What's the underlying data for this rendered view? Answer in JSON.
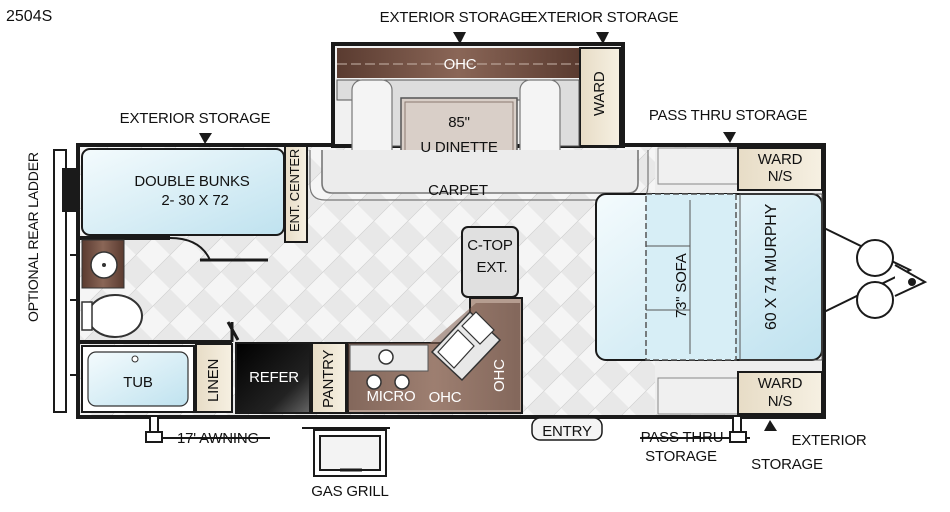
{
  "model": "2504S",
  "labels": {
    "exterior_storage_top_left": "EXTERIOR  STORAGE",
    "exterior_storage_top_right": "EXTERIOR  STORAGE",
    "exterior_storage_left": "EXTERIOR  STORAGE",
    "pass_thru_storage_top": "PASS THRU  STORAGE",
    "ohc_slide": "OHC",
    "ward_slide": "WARD",
    "dinette_size": "85\"",
    "dinette_name": "U DINETTE",
    "carpet": "CARPET",
    "double_bunks": "DOUBLE BUNKS",
    "bunk_size": "2- 30 X 72",
    "ent_center": "ENT. CENTER",
    "ctop": "C-TOP",
    "ext": "EXT.",
    "sofa": "73\" SOFA",
    "murphy": "60 X 74 MURPHY",
    "ward_ns_top_1": "WARD",
    "ward_ns_top_2": "N/S",
    "ward_ns_bottom_1": "WARD",
    "ward_ns_bottom_2": "N/S",
    "tub": "TUB",
    "linen": "LINEN",
    "refer": "REFER",
    "pantry": "PANTRY",
    "micro": "MICRO",
    "ohc_kitchen": "OHC",
    "ohc_counter": "OHC",
    "entry": "ENTRY",
    "awning": "17' AWNING",
    "gas_grill": "GAS GRILL",
    "pass_thru_storage_bottom_1": "PASS THRU",
    "pass_thru_storage_bottom_2": "STORAGE",
    "exterior_storage_right_1": "EXTERIOR",
    "exterior_storage_right_2": "STORAGE",
    "optional_rear_ladder": "OPTIONAL  REAR  LADDER"
  },
  "colors": {
    "outline": "#1a1a1a",
    "floor": "#e6e6e6",
    "wood_dark": "#6b4a3e",
    "wood_light": "#c9b9ae",
    "cabinet": "#ece3cf",
    "bed_blue": "#d5ecf5",
    "fridge": "#111111"
  }
}
